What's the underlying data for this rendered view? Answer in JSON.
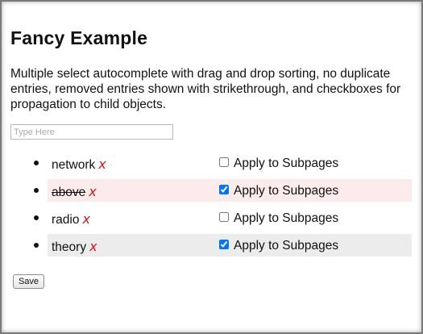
{
  "page": {
    "title": "Fancy Example",
    "description": "Multiple select autocomplete with drag and drop sorting, no duplicate entries, removed entries shown with strikethrough, and checkboxes for propagation to child objects."
  },
  "search": {
    "placeholder": "Type Here",
    "value": ""
  },
  "items": [
    {
      "term": "network",
      "remove_label": "x",
      "removed": false,
      "checkbox_label": "Apply to Subpages",
      "checked": false
    },
    {
      "term": "above",
      "remove_label": "x",
      "removed": true,
      "checkbox_label": "Apply to Subpages",
      "checked": true
    },
    {
      "term": "radio",
      "remove_label": "x",
      "removed": false,
      "checkbox_label": "Apply to Subpages",
      "checked": false
    },
    {
      "term": "theory",
      "remove_label": "x",
      "removed": false,
      "checkbox_label": "Apply to Subpages",
      "checked": true
    }
  ],
  "actions": {
    "save_label": "Save"
  },
  "colors": {
    "remove_x": "#e01010",
    "removed_row_bg": "#fbeceb",
    "highlight_row_bg": "#ececec"
  }
}
